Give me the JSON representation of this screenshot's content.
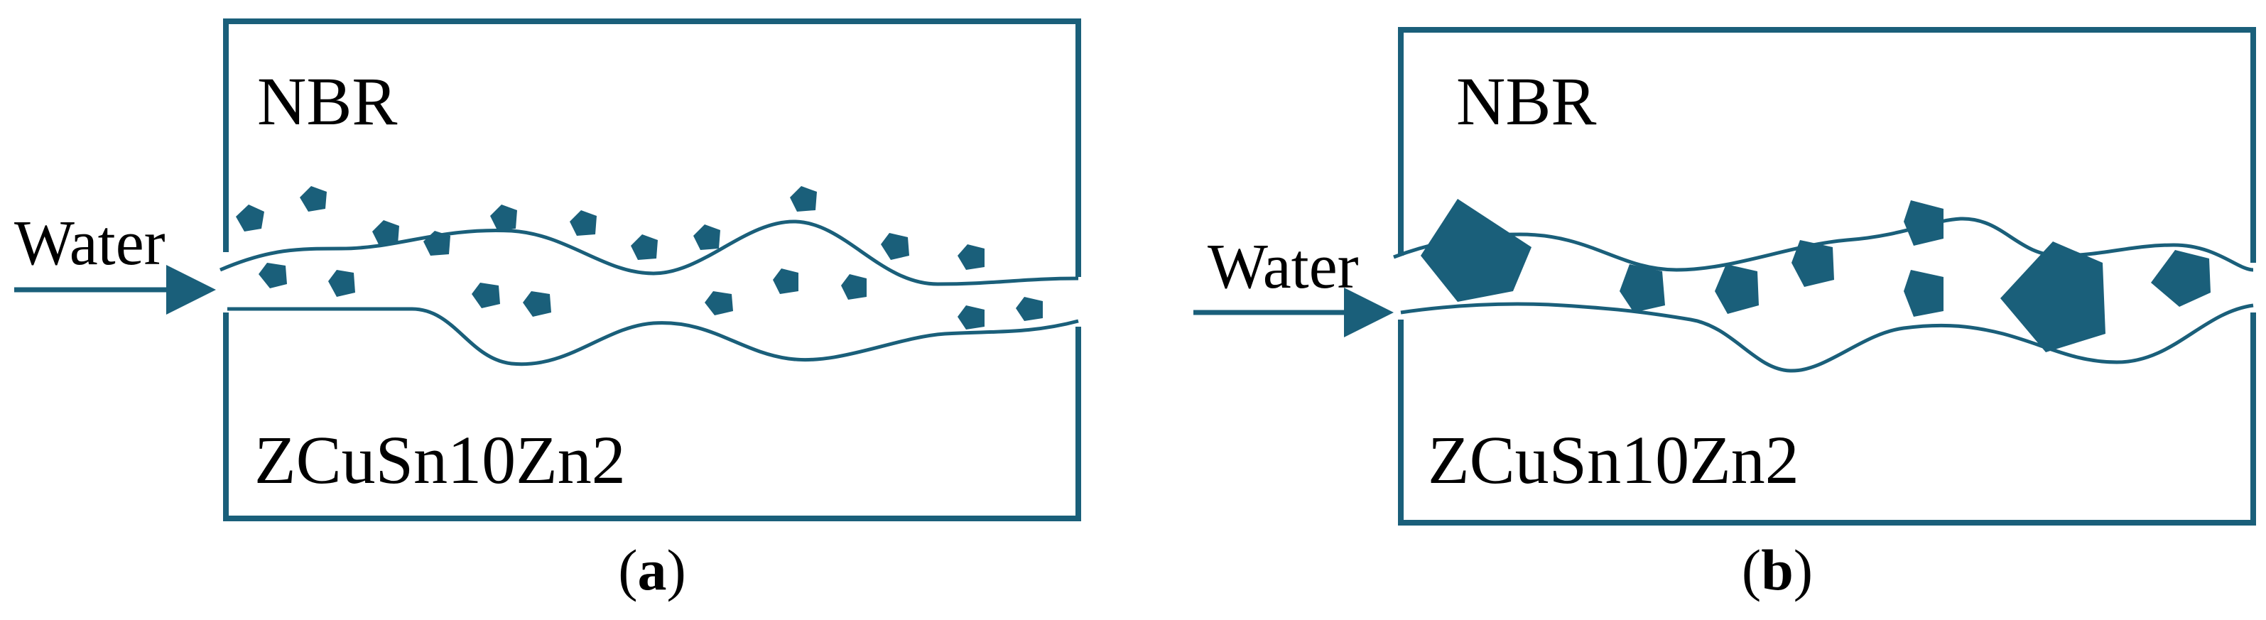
{
  "colors": {
    "accent": "#1a5f7a",
    "text": "#000000",
    "background": "#ffffff"
  },
  "panels": [
    {
      "id": "a",
      "top_label": "NBR",
      "bottom_label": "ZCuSn10Zn2",
      "flow_label": "Water",
      "caption_open": "(",
      "caption_letter": "a",
      "caption_close": ")"
    },
    {
      "id": "b",
      "top_label": "NBR",
      "bottom_label": "ZCuSn10Zn2",
      "flow_label": "Water",
      "caption_open": "(",
      "caption_letter": "b",
      "caption_close": ")"
    }
  ]
}
